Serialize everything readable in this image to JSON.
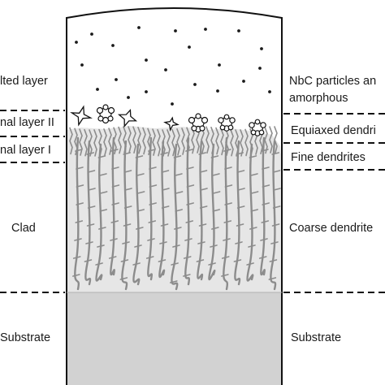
{
  "left_labels": {
    "melted_layer": "lted layer",
    "transitional_layer_2": "nal layer II",
    "transitional_layer_1": "nal layer I",
    "clad": "Clad",
    "substrate": "Substrate"
  },
  "right_labels": {
    "nbc_line1": "NbC particles an",
    "nbc_line2": "amorphous",
    "equiaxed": "Equiaxed dendri",
    "fine": "Fine dendrites",
    "coarse": "Coarse dendrite",
    "substrate": "Substrate"
  },
  "colors": {
    "substrate_fill": "#d2d2d2",
    "clad_fill": "#e6e6e6",
    "dendrite_stroke": "#8c8c8c",
    "outline": "#111111"
  }
}
